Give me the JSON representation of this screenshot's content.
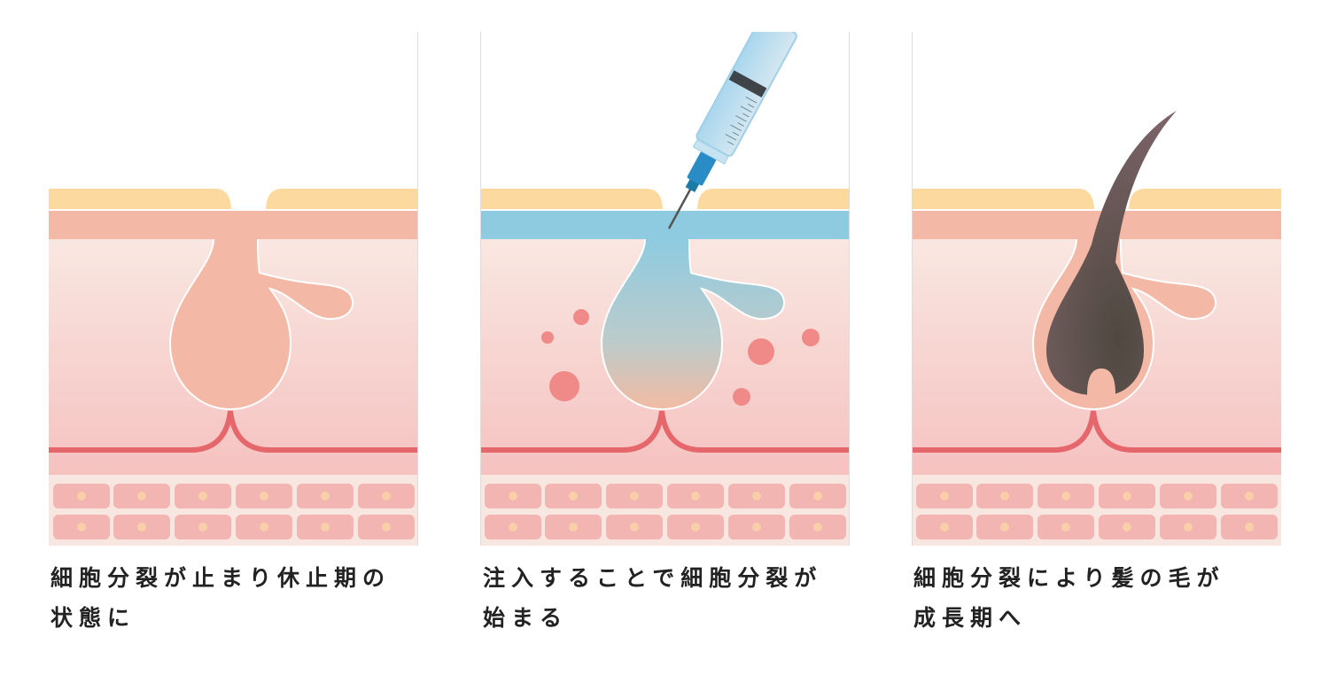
{
  "panels": [
    {
      "caption": [
        "細胞分裂が止まり休止期の",
        "状態に"
      ]
    },
    {
      "caption": [
        "注入することで細胞分裂が",
        "始まる"
      ]
    },
    {
      "caption": [
        "細胞分裂により髪の毛が",
        "成長期へ"
      ]
    }
  ],
  "colors": {
    "surface": "#fcd99e",
    "epidermis": "#f4b9a6",
    "injected": "#8ecbe0",
    "vessel": "#e5676b",
    "cell": "#f3b5b1",
    "dot": "#ef8a88",
    "hair": "#4a3f3a"
  }
}
